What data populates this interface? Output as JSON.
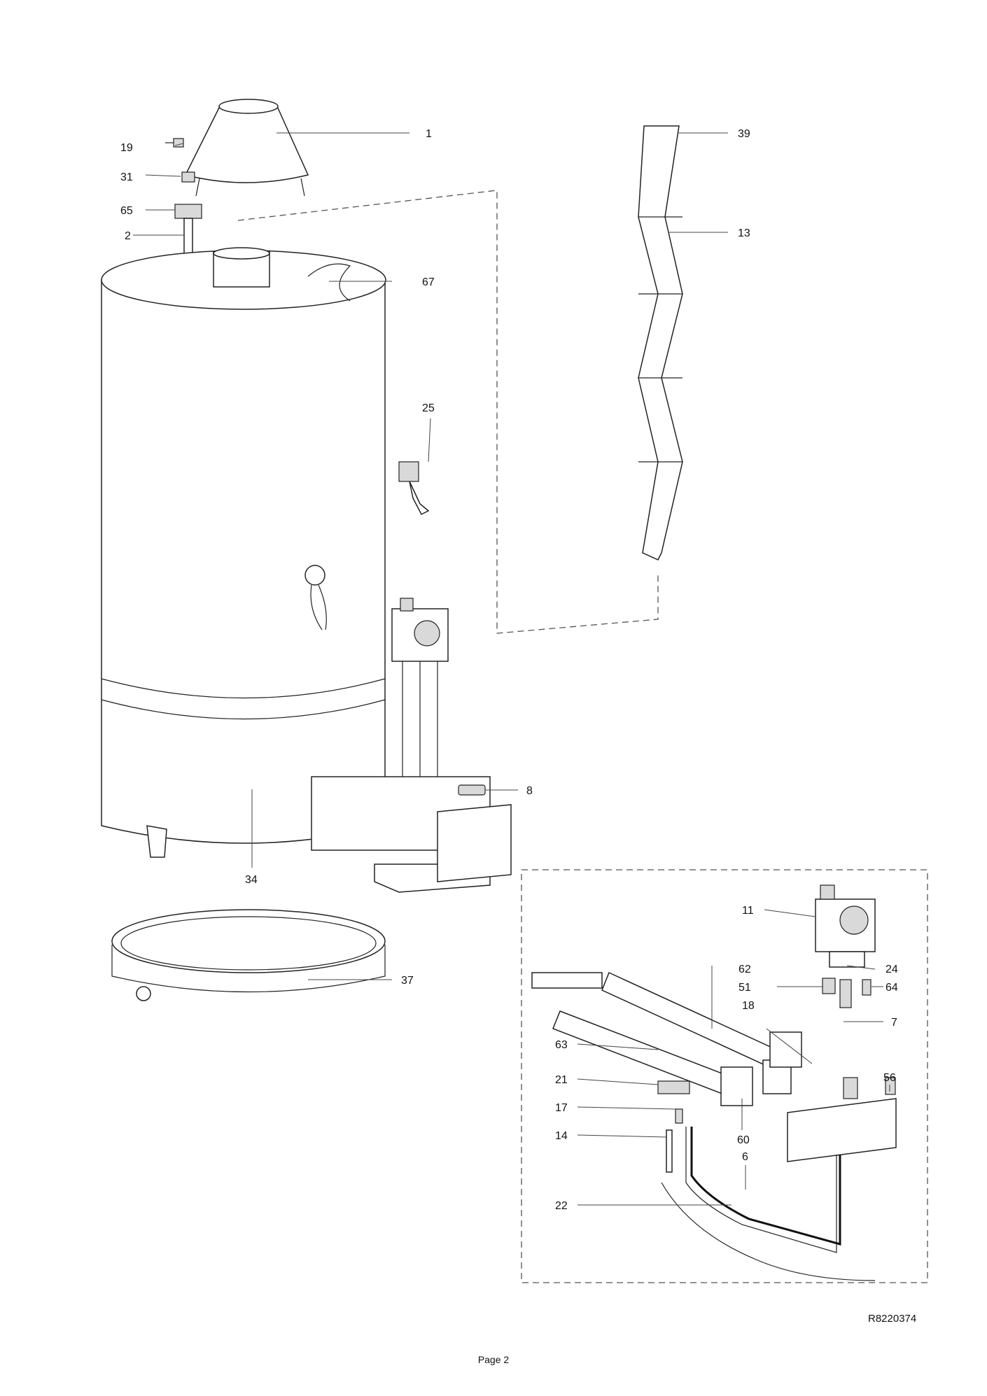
{
  "drawing_reference": "R8220374",
  "page_label": "Page 2",
  "callouts": [
    "1",
    "19",
    "31",
    "65",
    "2",
    "67",
    "39",
    "13",
    "25",
    "8",
    "34",
    "37",
    "11",
    "24",
    "62",
    "51",
    "64",
    "18",
    "7",
    "63",
    "56",
    "21",
    "17",
    "60",
    "6",
    "14",
    "22"
  ]
}
